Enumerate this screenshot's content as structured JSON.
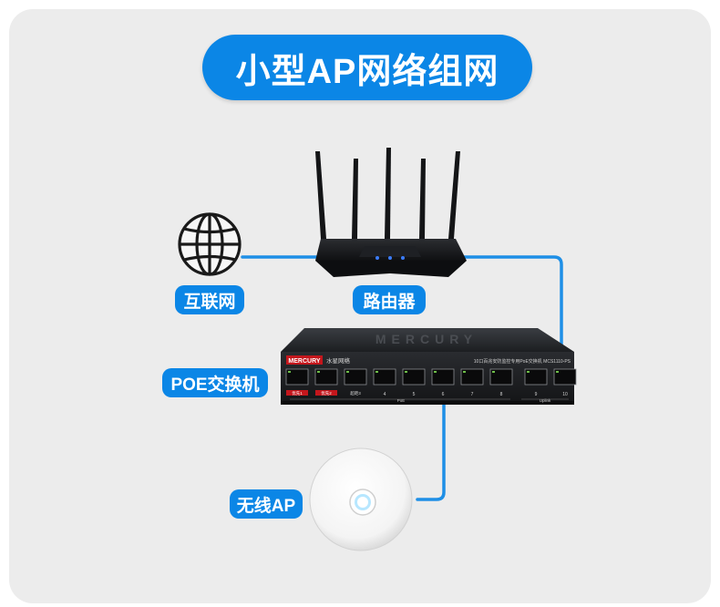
{
  "title": "小型AP网络组网",
  "nodes": {
    "internet": "互联网",
    "router": "路由器",
    "switch": "POE交换机",
    "ap": "无线AP"
  },
  "switch_panel": {
    "brand": "MERCURY",
    "brand_cn": "水星网络",
    "model_text": "10口百兆安防监控专用PoE交换机 MCS1110-PS",
    "port_numbers": [
      "1",
      "2",
      "3",
      "4",
      "5",
      "6",
      "7",
      "8",
      "9",
      "10"
    ],
    "port_tags": [
      "优先1",
      "优先2",
      "超距3"
    ],
    "poe_label": "PoE",
    "uplink_label": "Uplink",
    "top_brand": "MERCURY"
  },
  "colors": {
    "accent": "#0b86e6",
    "link_line": "#1e8fe6",
    "background": "#ececec"
  },
  "icons": [
    "globe-icon",
    "router-icon",
    "switch-icon",
    "ap-icon"
  ]
}
